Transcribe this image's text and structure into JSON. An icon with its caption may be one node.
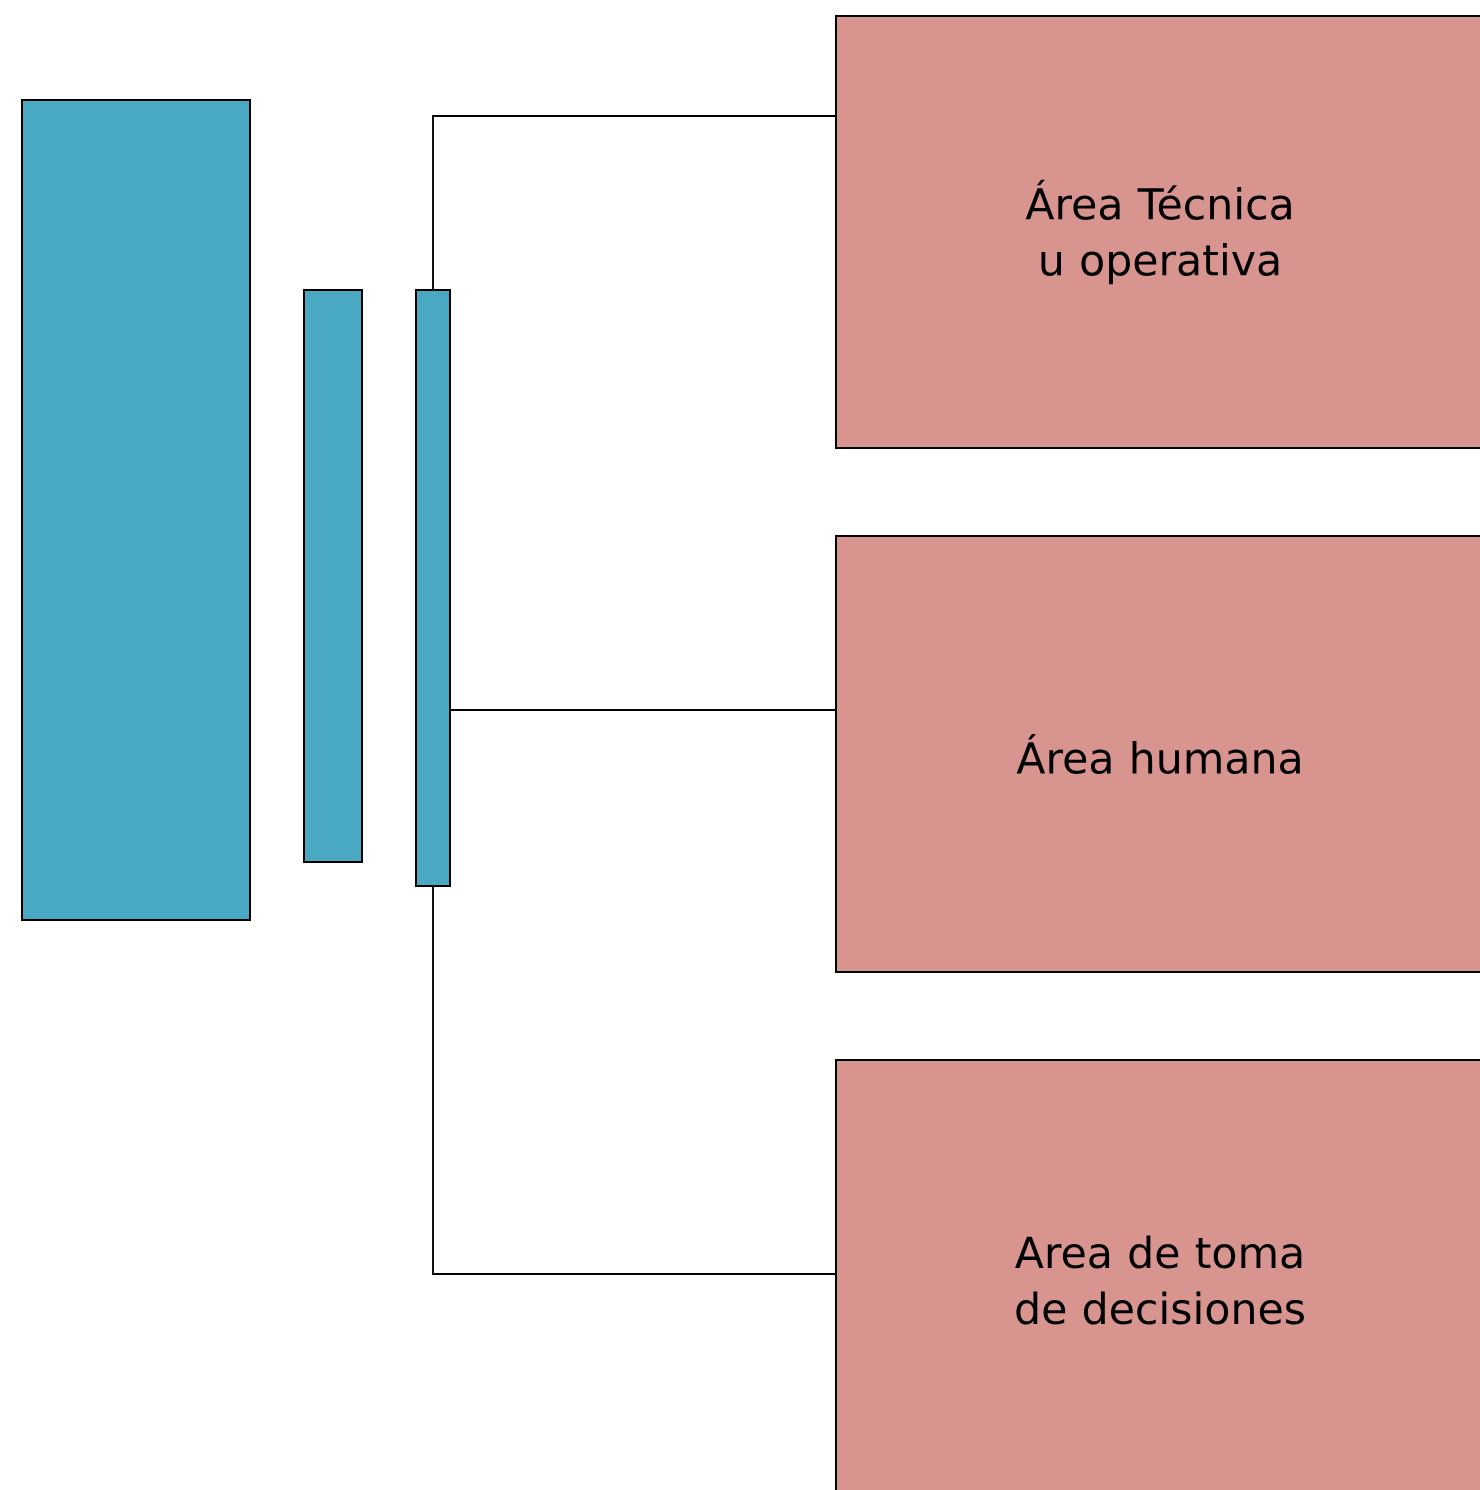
{
  "diagram": {
    "nodes": [
      {
        "text": [],
        "shape": "bar"
      },
      {
        "text": [],
        "shape": "bar"
      },
      {
        "text": [],
        "shape": "bar"
      },
      {
        "text": [
          "Área Técnica u operativa"
        ]
      },
      {
        "text": [
          "Área humana"
        ]
      },
      {
        "text": [
          "Area de toma de decisiones"
        ]
      }
    ],
    "edges": [
      {
        "from": 2,
        "to": 3,
        "arrow": "none"
      },
      {
        "from": 2,
        "to": 4,
        "arrow": "none"
      },
      {
        "from": 2,
        "to": 5,
        "arrow": "none"
      }
    ]
  }
}
